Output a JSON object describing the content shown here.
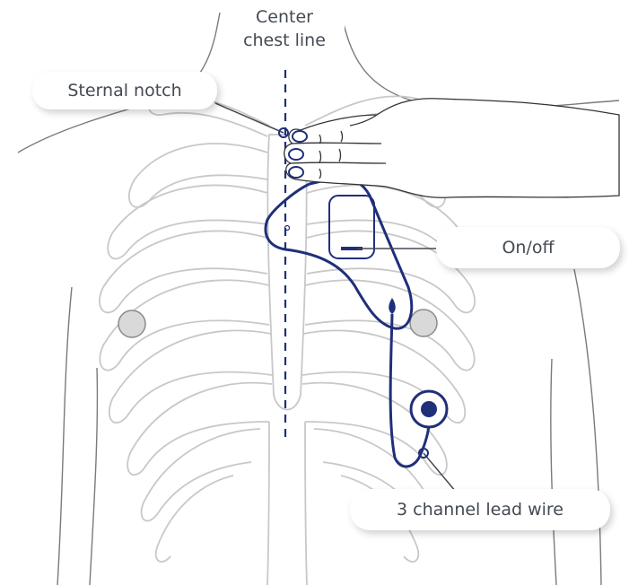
{
  "labels": {
    "center_line": [
      "Center",
      "chest line"
    ],
    "sternal_notch": "Sternal notch",
    "on_off": "On/off",
    "lead_wire": "3 channel lead wire"
  },
  "colors": {
    "anatomy_outline": "#c8c8c8",
    "device_outline": "#1f2f7a",
    "marker_fill": "#d9d9d9",
    "text": "#444a52"
  }
}
